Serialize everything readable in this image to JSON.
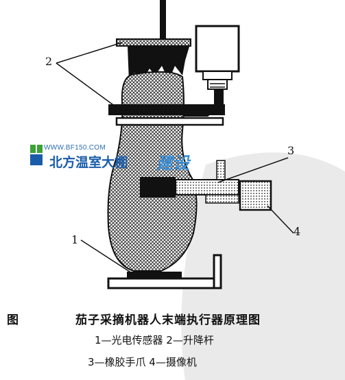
{
  "watermark": {
    "url": "WWW.BF150.COM",
    "brand": "北方温室大棚",
    "brand_suffix": "建设",
    "colors": {
      "primary": "#1a5ca8",
      "secondary": "#3b8fd6",
      "logo_green": "#3aa335"
    }
  },
  "callouts": [
    "2",
    "3",
    "4",
    "1"
  ],
  "caption": {
    "label": "图",
    "title": "茄子采摘机器人末端执行器原理图",
    "legend_line1": "1—光电传感器   2—升降杆",
    "legend_line2": "3—橡胶手爪   4—摄像机"
  }
}
